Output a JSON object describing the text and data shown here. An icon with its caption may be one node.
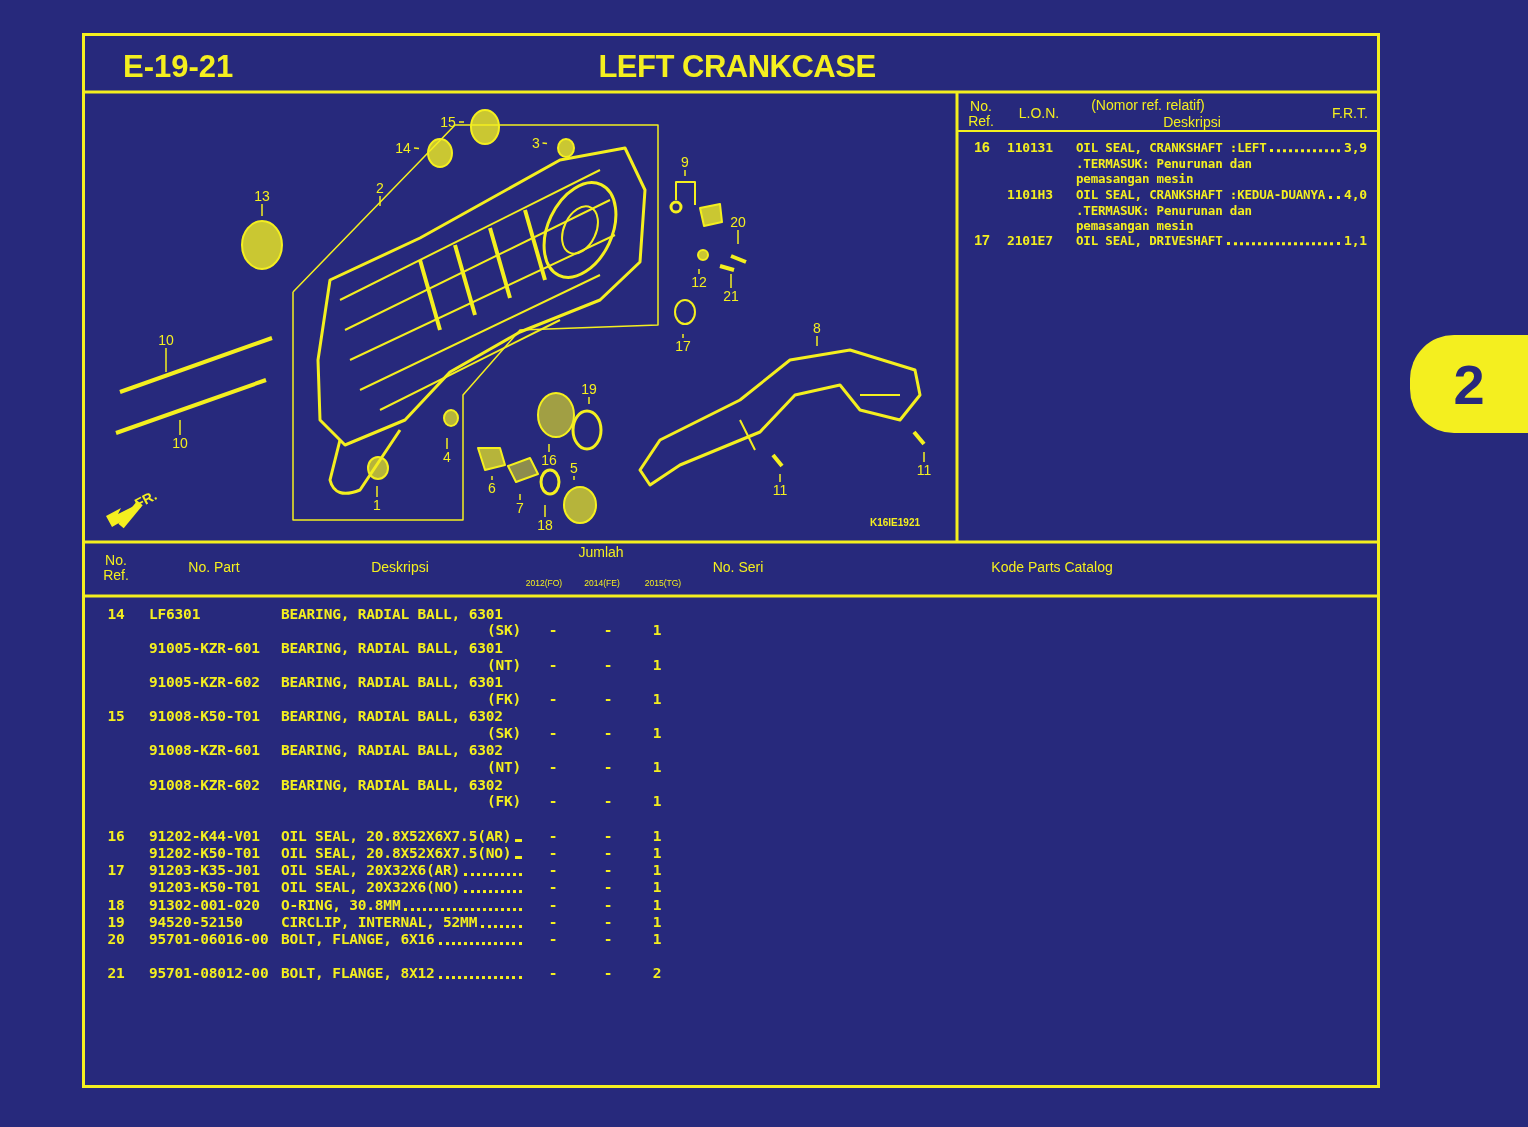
{
  "diagram": {
    "title": "LEFT CRANKCASE",
    "nodes": [
      {
        "text": [
          "15"
        ]
      },
      {
        "text": [
          "14"
        ]
      },
      {
        "text": [
          "3"
        ]
      },
      {
        "text": [
          "9"
        ]
      },
      {
        "text": [
          "13"
        ]
      },
      {
        "text": [
          "2"
        ]
      },
      {
        "text": [
          "20"
        ]
      },
      {
        "text": [
          "12"
        ]
      },
      {
        "text": [
          "21"
        ]
      },
      {
        "text": [
          "10"
        ]
      },
      {
        "text": [
          "17"
        ]
      },
      {
        "text": [
          "8"
        ]
      },
      {
        "text": [
          "19"
        ]
      },
      {
        "text": [
          "10"
        ]
      },
      {
        "text": [
          "16"
        ]
      },
      {
        "text": [
          "4"
        ]
      },
      {
        "text": [
          "5"
        ]
      },
      {
        "text": [
          "11"
        ]
      },
      {
        "text": [
          "1"
        ]
      },
      {
        "text": [
          "6"
        ]
      },
      {
        "text": [
          "11"
        ]
      },
      {
        "text": [
          "7"
        ]
      },
      {
        "text": [
          "18"
        ]
      },
      {
        "text": [
          "2"
        ]
      }
    ],
    "edges": [
      {
        "from": 0,
        "to": null,
        "arrow": "none"
      },
      {
        "from": 1,
        "to": null,
        "arrow": "none"
      },
      {
        "from": 2,
        "to": null,
        "arrow": "none"
      },
      {
        "from": 3,
        "to": null,
        "arrow": "none"
      },
      {
        "from": 4,
        "to": null,
        "arrow": "none"
      },
      {
        "from": 5,
        "to": null,
        "arrow": "none"
      },
      {
        "from": 6,
        "to": null,
        "arrow": "none"
      },
      {
        "from": 7,
        "to": null,
        "arrow": "none"
      },
      {
        "from": 8,
        "to": null,
        "arrow": "none"
      },
      {
        "from": 9,
        "to": null,
        "arrow": "none"
      },
      {
        "from": 10,
        "to": null,
        "arrow": "none"
      },
      {
        "from": 11,
        "to": null,
        "arrow": "none"
      },
      {
        "from": 12,
        "to": null,
        "arrow": "none"
      },
      {
        "from": 13,
        "to": null,
        "arrow": "none"
      },
      {
        "from": 14,
        "to": null,
        "arrow": "none"
      },
      {
        "from": 15,
        "to": null,
        "arrow": "none"
      },
      {
        "from": 16,
        "to": null,
        "arrow": "none"
      },
      {
        "from": 17,
        "to": null,
        "arrow": "none"
      },
      {
        "from": 18,
        "to": null,
        "arrow": "none"
      },
      {
        "from": 19,
        "to": null,
        "arrow": "none"
      },
      {
        "from": 20,
        "to": null,
        "arrow": "none"
      },
      {
        "from": 21,
        "to": null,
        "arrow": "none"
      },
      {
        "from": 22,
        "to": null,
        "arrow": "none"
      }
    ],
    "labels": [
      "E-19-21",
      "No. Ref.",
      "L.O.N.",
      "(Nomor ref. relatif)",
      "Deskripsi",
      "F.R.T.",
      "16",
      "110131",
      "OIL SEAL, CRANKSHAFT :LEFT",
      "3,9",
      ".TERMASUK: Penurunan dan pemasangan mesin",
      "1101H3",
      "OIL SEAL, CRANKSHAFT :KEDUA-DUANYA",
      "4,0",
      ".TERMASUK: Penurunan dan pemasangan mesin",
      "17",
      "2101E7",
      "OIL SEAL, DRIVESHAFT",
      "1,1",
      "FR.",
      "K16IE1921",
      "No. Ref.",
      "No. Part",
      "Deskripsi",
      "Jumlah",
      "2012(FO)",
      "2014(FE)",
      "2015(TG)",
      "No. Seri",
      "Kode Parts Catalog",
      "14",
      "LF6301",
      "BEARING, RADIAL BALL, 6301",
      "(SK)",
      "-",
      "-",
      "1",
      "91005-KZR-601",
      "BEARING, RADIAL BALL, 6301",
      "(NT)",
      "-",
      "-",
      "1",
      "91005-KZR-602",
      "BEARING, RADIAL BALL, 6301",
      "(FK)",
      "-",
      "-",
      "1",
      "15",
      "91008-K50-T01",
      "BEARING, RADIAL BALL, 6302",
      "(SK)",
      "-",
      "-",
      "1",
      "91008-KZR-601",
      "BEARING, RADIAL BALL, 6302",
      "(NT)",
      "-",
      "-",
      "1",
      "91008-KZR-602",
      "BEARING, RADIAL BALL, 6302",
      "(FK)",
      "-",
      "-",
      "1",
      "16",
      "91202-K44-V01",
      "OIL SEAL, 20.8X52X6X7.5(AR)",
      "-",
      "-",
      "1",
      "91202-K50-T01",
      "OIL SEAL, 20.8X52X6X7.5(NO)",
      "-",
      "-",
      "1",
      "17",
      "91203-K35-J01",
      "OIL SEAL, 20X32X6(AR)",
      "-",
      "-",
      "1",
      "91203-K50-T01",
      "OIL SEAL, 20X32X6(NO)",
      "-",
      "-",
      "1",
      "18",
      "91302-001-020",
      "O-RING, 30.8MM",
      "-",
      "-",
      "1",
      "19",
      "94520-52150",
      "CIRCLIP, INTERNAL, 52MM",
      "-",
      "-",
      "1",
      "20",
      "95701-06016-00",
      "BOLT, FLANGE, 6X16",
      "-",
      "-",
      "1",
      "21",
      "95701-08012-00",
      "BOLT, FLANGE, 8X12",
      "-",
      "-",
      "2"
    ]
  }
}
